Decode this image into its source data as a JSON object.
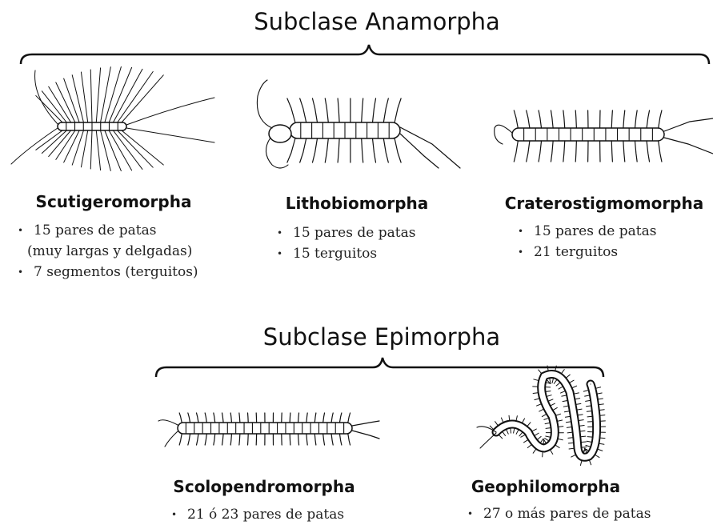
{
  "anamorpha": {
    "title": "Subclase Anamorpha",
    "orders": [
      {
        "name": "Scutigeromorpha",
        "illustration": "scutigeromorpha-illustration",
        "facts": [
          "15 pares de patas",
          "(muy largas y delgadas)",
          "7 segmentos (terguitos)"
        ]
      },
      {
        "name": "Lithobiomorpha",
        "illustration": "lithobiomorpha-illustration",
        "facts": [
          "15 pares de patas",
          "15 terguitos"
        ]
      },
      {
        "name": "Craterostigmomorpha",
        "illustration": "craterostigmomorpha-illustration",
        "facts": [
          "15 pares de patas",
          "21 terguitos"
        ]
      }
    ]
  },
  "epimorpha": {
    "title": "Subclase Epimorpha",
    "orders": [
      {
        "name": "Scolopendromorpha",
        "illustration": "scolopendromorpha-illustration",
        "facts": [
          "21 ó 23 pares de patas"
        ]
      },
      {
        "name": "Geophilomorpha",
        "illustration": "geophilomorpha-illustration",
        "facts": [
          "27 o más pares de patas"
        ]
      }
    ]
  },
  "bullet_glyph": "•",
  "colors": {
    "ink": "#111111",
    "background": "#ffffff"
  }
}
